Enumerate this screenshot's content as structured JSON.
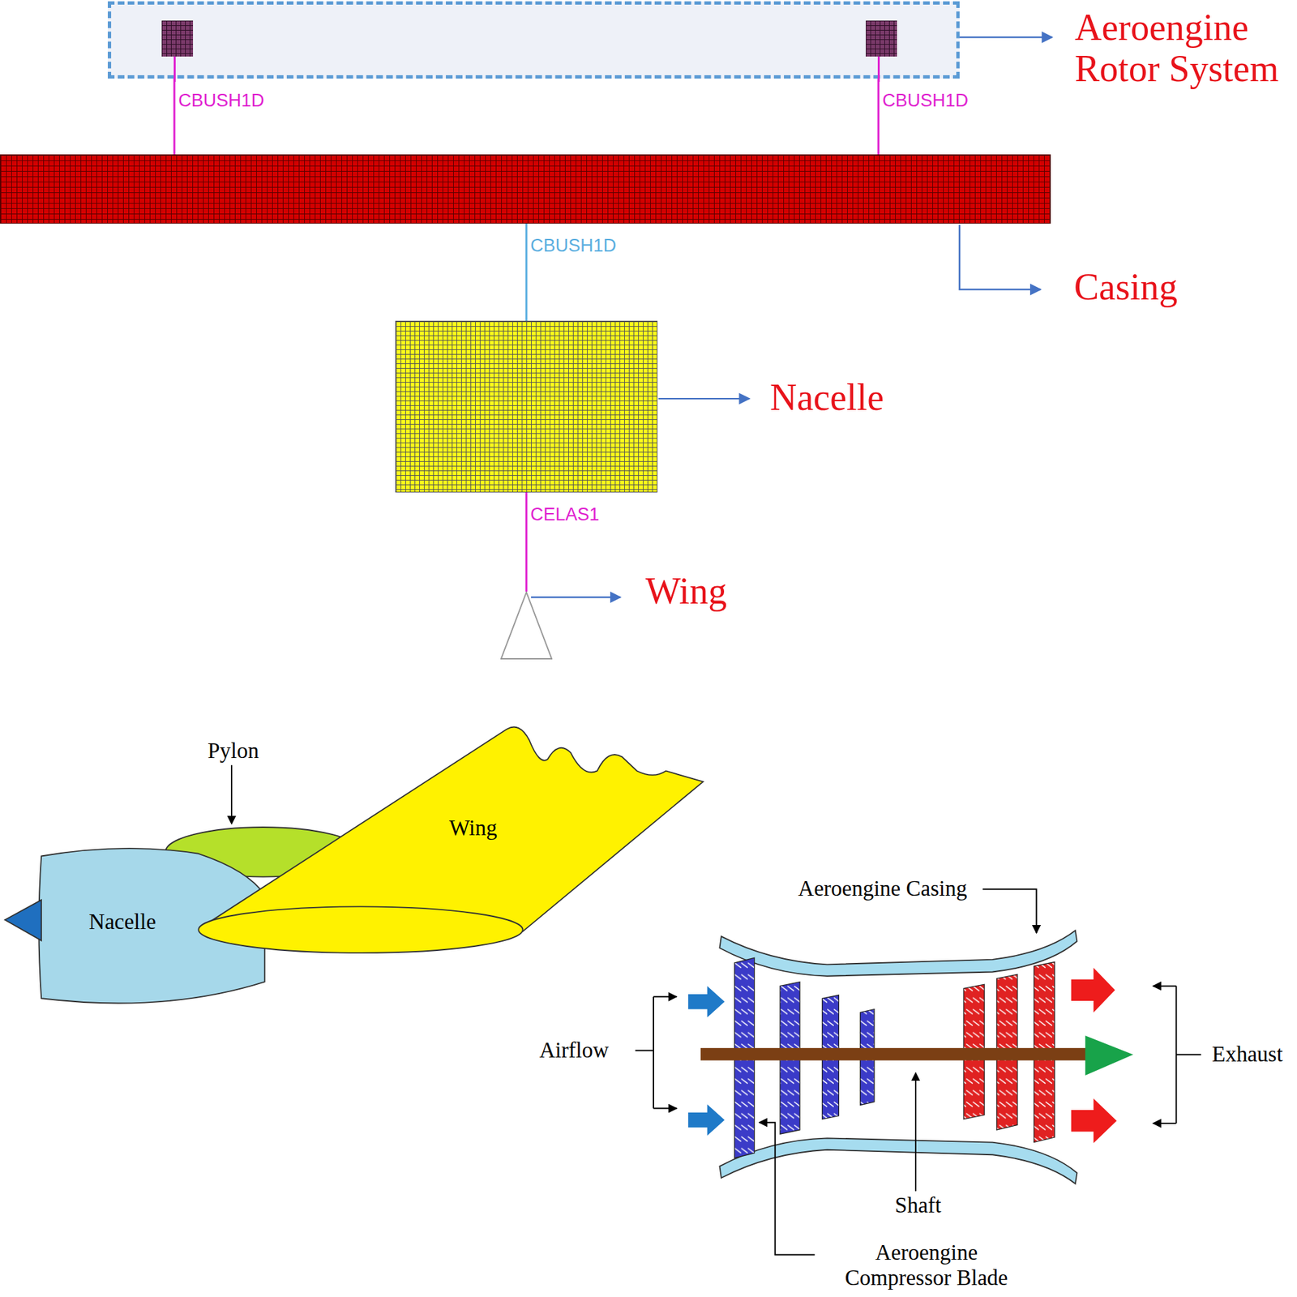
{
  "diagram": {
    "nodes": [
      {
        "text": [
          "Aeroengine Rotor System"
        ]
      },
      {
        "text": [
          "Casing"
        ]
      },
      {
        "text": [
          "Nacelle"
        ]
      },
      {
        "text": [
          "Wing"
        ]
      }
    ],
    "edges": [
      {
        "from": 0,
        "to": 1,
        "label": "CBUSH1D",
        "arrow": "none"
      },
      {
        "from": 0,
        "to": 1,
        "label": "CBUSH1D",
        "arrow": "none"
      },
      {
        "from": 1,
        "to": 2,
        "label": "CBUSH1D",
        "arrow": "none"
      },
      {
        "from": 2,
        "to": 3,
        "label": "CELAS1",
        "arrow": "none"
      }
    ],
    "labels": [
      "Pylon",
      "Nacelle",
      "Wing",
      "Aeroengine Casing",
      "Airflow",
      "Exhaust",
      "Shaft",
      "Aeroengine Compressor Blade"
    ]
  }
}
